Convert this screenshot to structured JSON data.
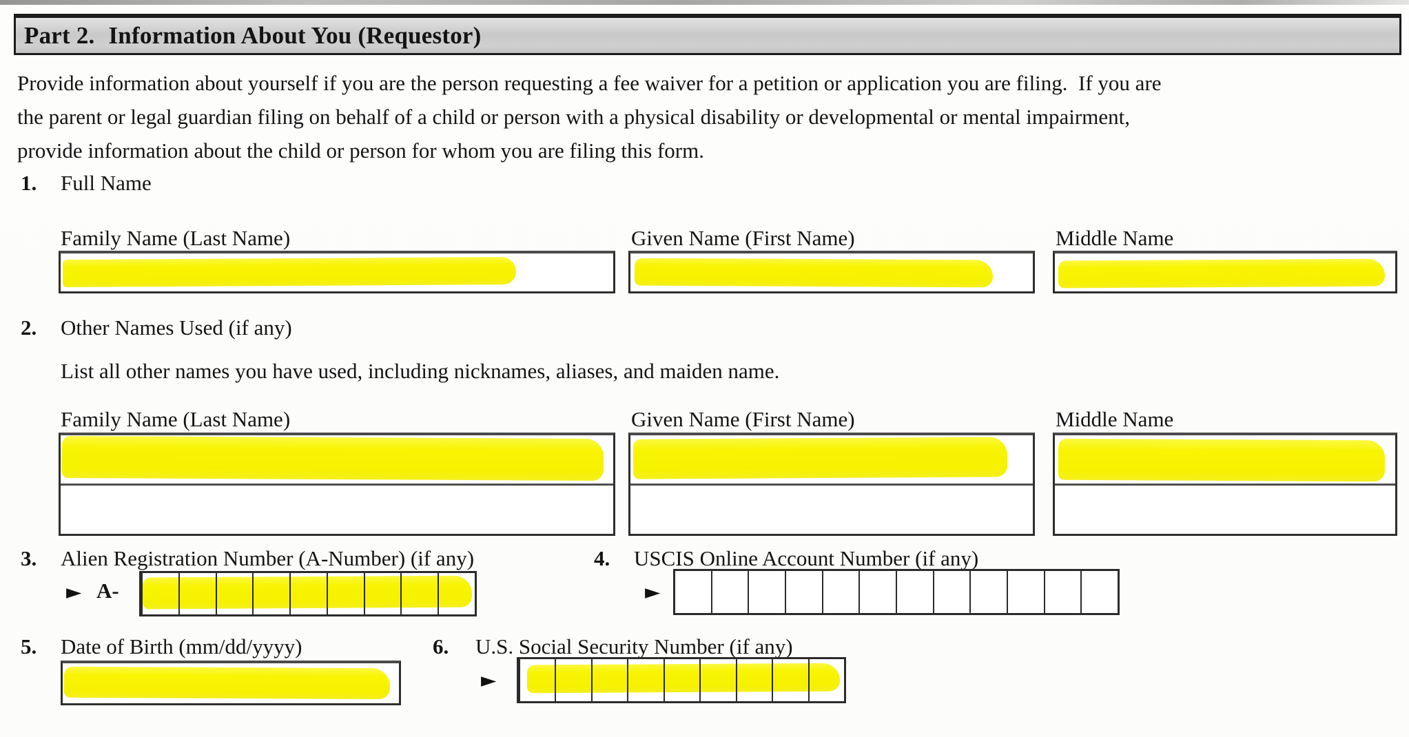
{
  "header": {
    "part_number": "Part 2.",
    "title": "Information About You (Requestor)"
  },
  "intro_lines": [
    "Provide information about yourself if you are the person requesting a fee waiver for a petition or application you are filing.  If you are",
    "the parent or legal guardian filing on behalf of a child or person with a physical disability or developmental or mental impairment,",
    "provide information about the child or person for whom you are filing this form."
  ],
  "name_columns": [
    {
      "label": "Family Name (Last Name)"
    },
    {
      "label": "Given Name (First Name)"
    },
    {
      "label": "Middle Name"
    }
  ],
  "questions": {
    "q1": {
      "number": "1.",
      "label": "Full Name"
    },
    "q2": {
      "number": "2.",
      "label": "Other Names Used (if any)",
      "caption": "List all other names you have used, including nicknames, aliases, and maiden name."
    },
    "q3": {
      "number": "3.",
      "label": "Alien Registration Number (A-Number) (if any)",
      "prefix": "A-",
      "cells": 9
    },
    "q4": {
      "number": "4.",
      "label": "USCIS Online Account Number (if any)",
      "cells": 12
    },
    "q5": {
      "number": "5.",
      "label": "Date of Birth (mm/dd/yyyy)"
    },
    "q6": {
      "number": "6.",
      "label": "U.S. Social Security Number (if any)",
      "cells": 9
    }
  },
  "icons": {
    "pointer": "►"
  },
  "colors": {
    "highlight_yellow": "#f8f402",
    "header_fill": "#cbcbcb",
    "line_black": "#1b1b1b"
  }
}
